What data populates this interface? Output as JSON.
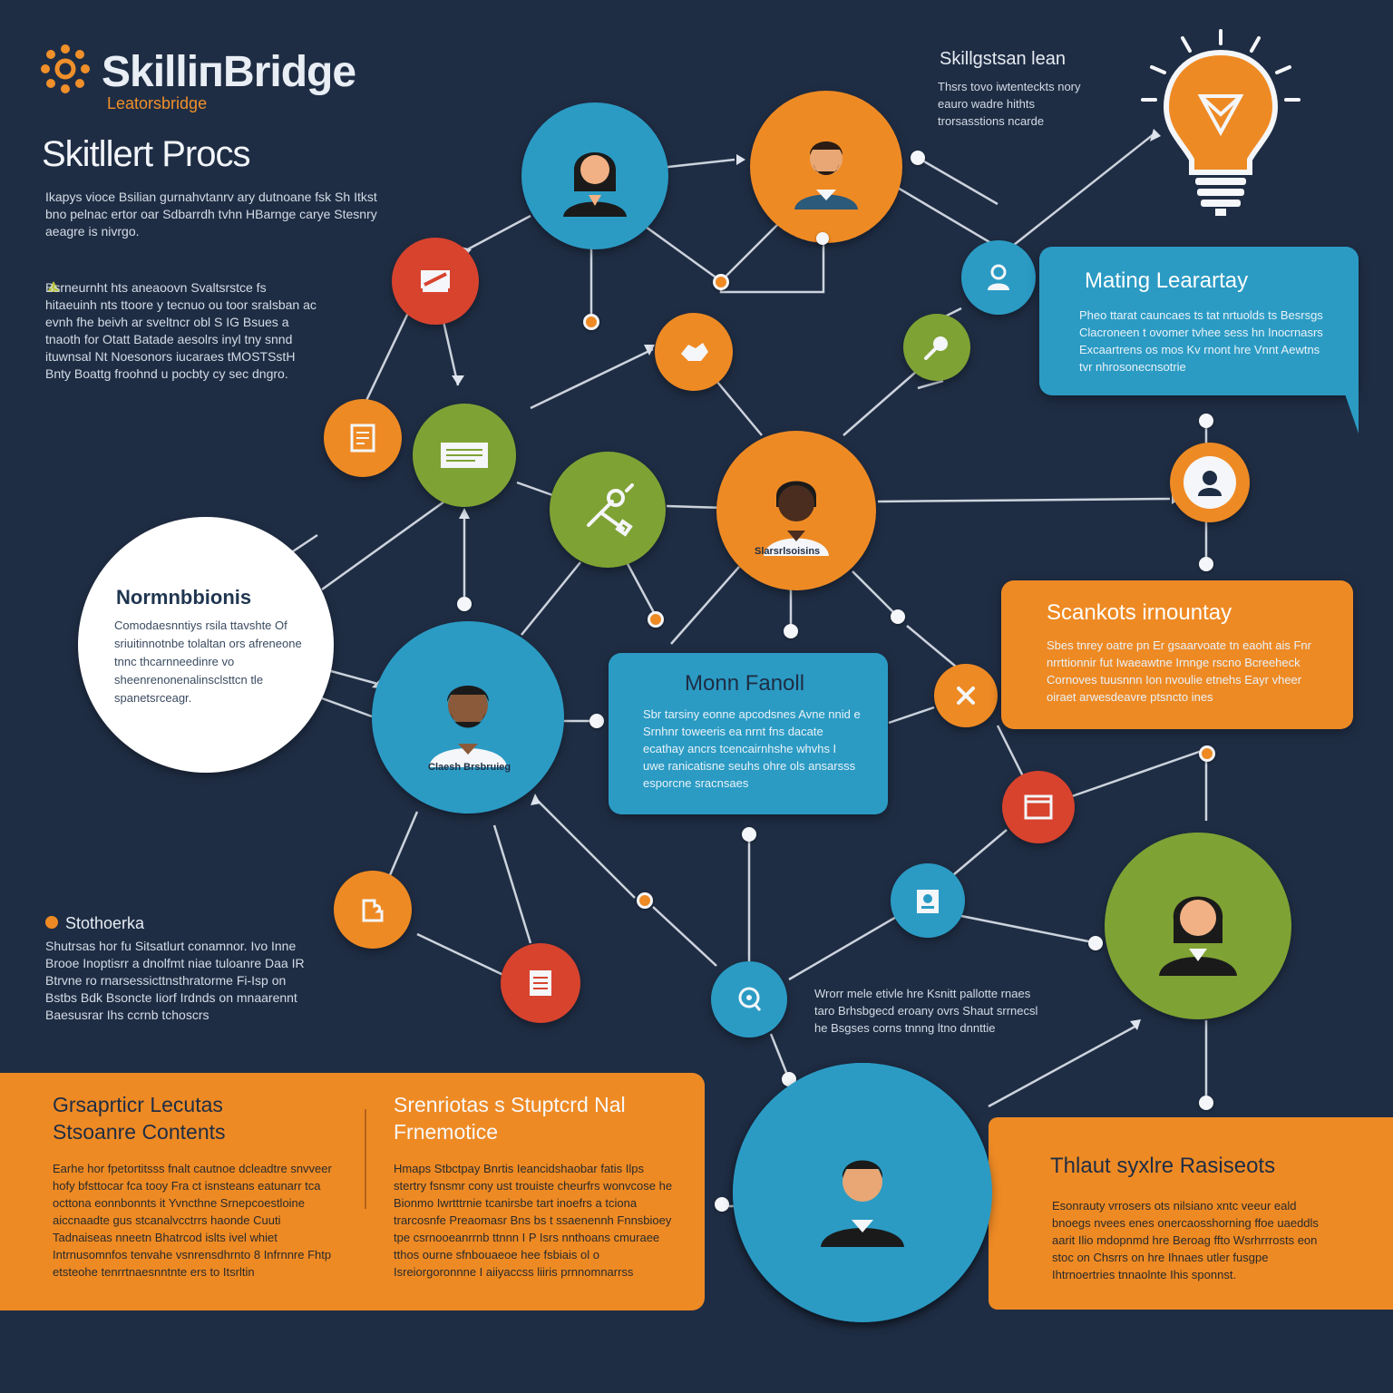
{
  "logo": {
    "title": "SkilliпBridge",
    "subtitle": "Leatorsbridge",
    "icon": "gear-icon",
    "accent": "#f0902a"
  },
  "main_title": "Skitllert Proсs",
  "intro_text": "Ikapys vioce Bsilian gurnahvtanrv ary dutnoane fsk Sh Itkst bno pelnac ertor oar Sdbarrdh tvhn HBarnge carye Stesnry aeagre is nivrgo.",
  "left_block": "Bsrneurnht hts aneaoovn Svaltsrstce fs hitaeuinh nts ttoore y tecnuo ou toor sralsban ac evnh fhe beivh ar sveltncr obl S IG Bsues a tnaoth for Otatt Batade aesolrs inyl tny snnd ituwnsal Nt Noesonors iucaraes tMOSTSstH Bnty Boattg froohnd u pocbty cy sec dngro.",
  "white_node": {
    "title": "Normnbbionis",
    "text": "Comodaesnntiys rsila ttavshte Of sriuitinnotnbe tolaltan ors afreneone tnnc thcarnneedinre vo sheenrenonenalinsclsttcn tle spanetsrceagr."
  },
  "top_right_label": {
    "title": "Skillgstsan lean",
    "text": "Thsrs tovo iwtenteckts nory eauro wadre hithts trorsasstions ncarde"
  },
  "matching_box": {
    "title": "Mating Learаrtay",
    "text": "Pheo ttarat cauncaes ts tat nrtuolds ts Besrsgs Clacroneen t ovomer tvhee sess hn Inocrnasrs Excaartrens os mos Kv rnont hre Vnnt Aewtns tvr nhrosonecnsotrie"
  },
  "main_person_caption": "Slarsrlsoisins",
  "mon_box": {
    "title": "Monn Fanoll",
    "text": "Sbr tarsiny eonne apcodsnes Avne nnid e Srnhnr toweeris ea nrnt fns dacate ecathay ancrs tcencairnhshe whvhs I uwe ranicatisne seuhs ohre ols ansarsss esporcne sracnsaes"
  },
  "left_person_caption": "Claesh Brsbruieg",
  "scankots_box": {
    "title": "Scankots irnountay",
    "text": "Sbes tnrey oatre pn Er gsaarvoate tn eaoht ais Fnr nrrttionnir fut Iwaeawtne Irnnge rscno Bcreeheck Cornoves tuusnnn Ion nvoulie etnehs Eayr vheer oiraet arwesdeavre ptsncto ines"
  },
  "stothorka": {
    "title": "Stothоerka",
    "text": "Shutrsas hor fu Sitsatlurt conamnor. Ivo Inne Brooe Inoptisrr a dnolfmt niae tuloanre Daa IR Btrvne ro rnarsessicttnsthratorme Fi-Isp on Bstbs Bdk Bsoncte Iiorf Irdnds on mnaarennt Baesusrar Ihs ccrnb tchoscrs"
  },
  "center_note": "Wrorr mele etivle hre Ksnitt pallotte rnaes taro Brhsbgecd eroany ovrs Shaut srrnecsl he Bsgses corns tnnng ltno dnnttie",
  "bottom_left_panel": {
    "col1_title": "Grsаprtiсr Lecutas Stsоanre Contents",
    "col1_text": "Earhe hor fpetortitsss fnalt cautnoe dcleadtre snvveer hofy bfsttocar fca tooy Fra ct isnsteans eatunarr tca octtona eonnbonnts it Yvncthne Srnepcoestloine aiccnaadte gus stcanalvcctrrs haonde Cuuti Tadnaiseas nneetn Bhatrcod islts ivel whiet Intrnusomnfos tenvahe vsnrensdhrnto 8 Infrnnre Fhtp etsteohe tenrrtnaesnntnte ers to Itsrltin",
    "col2_title": "Srenriotas s Stuptcrd Nal Frnemotіcе",
    "col2_text": "Hmaps Stbctpay Bnrtis Ieancidshaobar fatis Ilps stertry fsnsmr cony ust trouiste cheurfrs wonvcose he Bionmo Iwrtttrnie tcanirsbe tart inoefrs a tciona trarcosnfe Preaomasr Bns bs t ssaenennh Fnnsbioey tpe csrnooeanrrnb ttnnn I P Isrs nnthoans cmuraee tthos ourne sfnbouaeoe hee fsbiais ol o Isreiorgoronnne I aiiyaccss liiris prnnomnarrss"
  },
  "bottom_right_panel": {
    "title": "Thlaut syxlre Rasiseots",
    "text": "Esonrauty vrrosers ots nilsiano xntc veeur eald bnoegs nvees enes onercaosshorning ffoe uaeddls aarit Ilio mdopnmd hre Beroag ffto Wsrhrrrosts eon stoc on Chsrrs on hre Ihnaes utler fusgpe Ihtrnoertries tnnaolnte Ihis sponnst."
  }
}
